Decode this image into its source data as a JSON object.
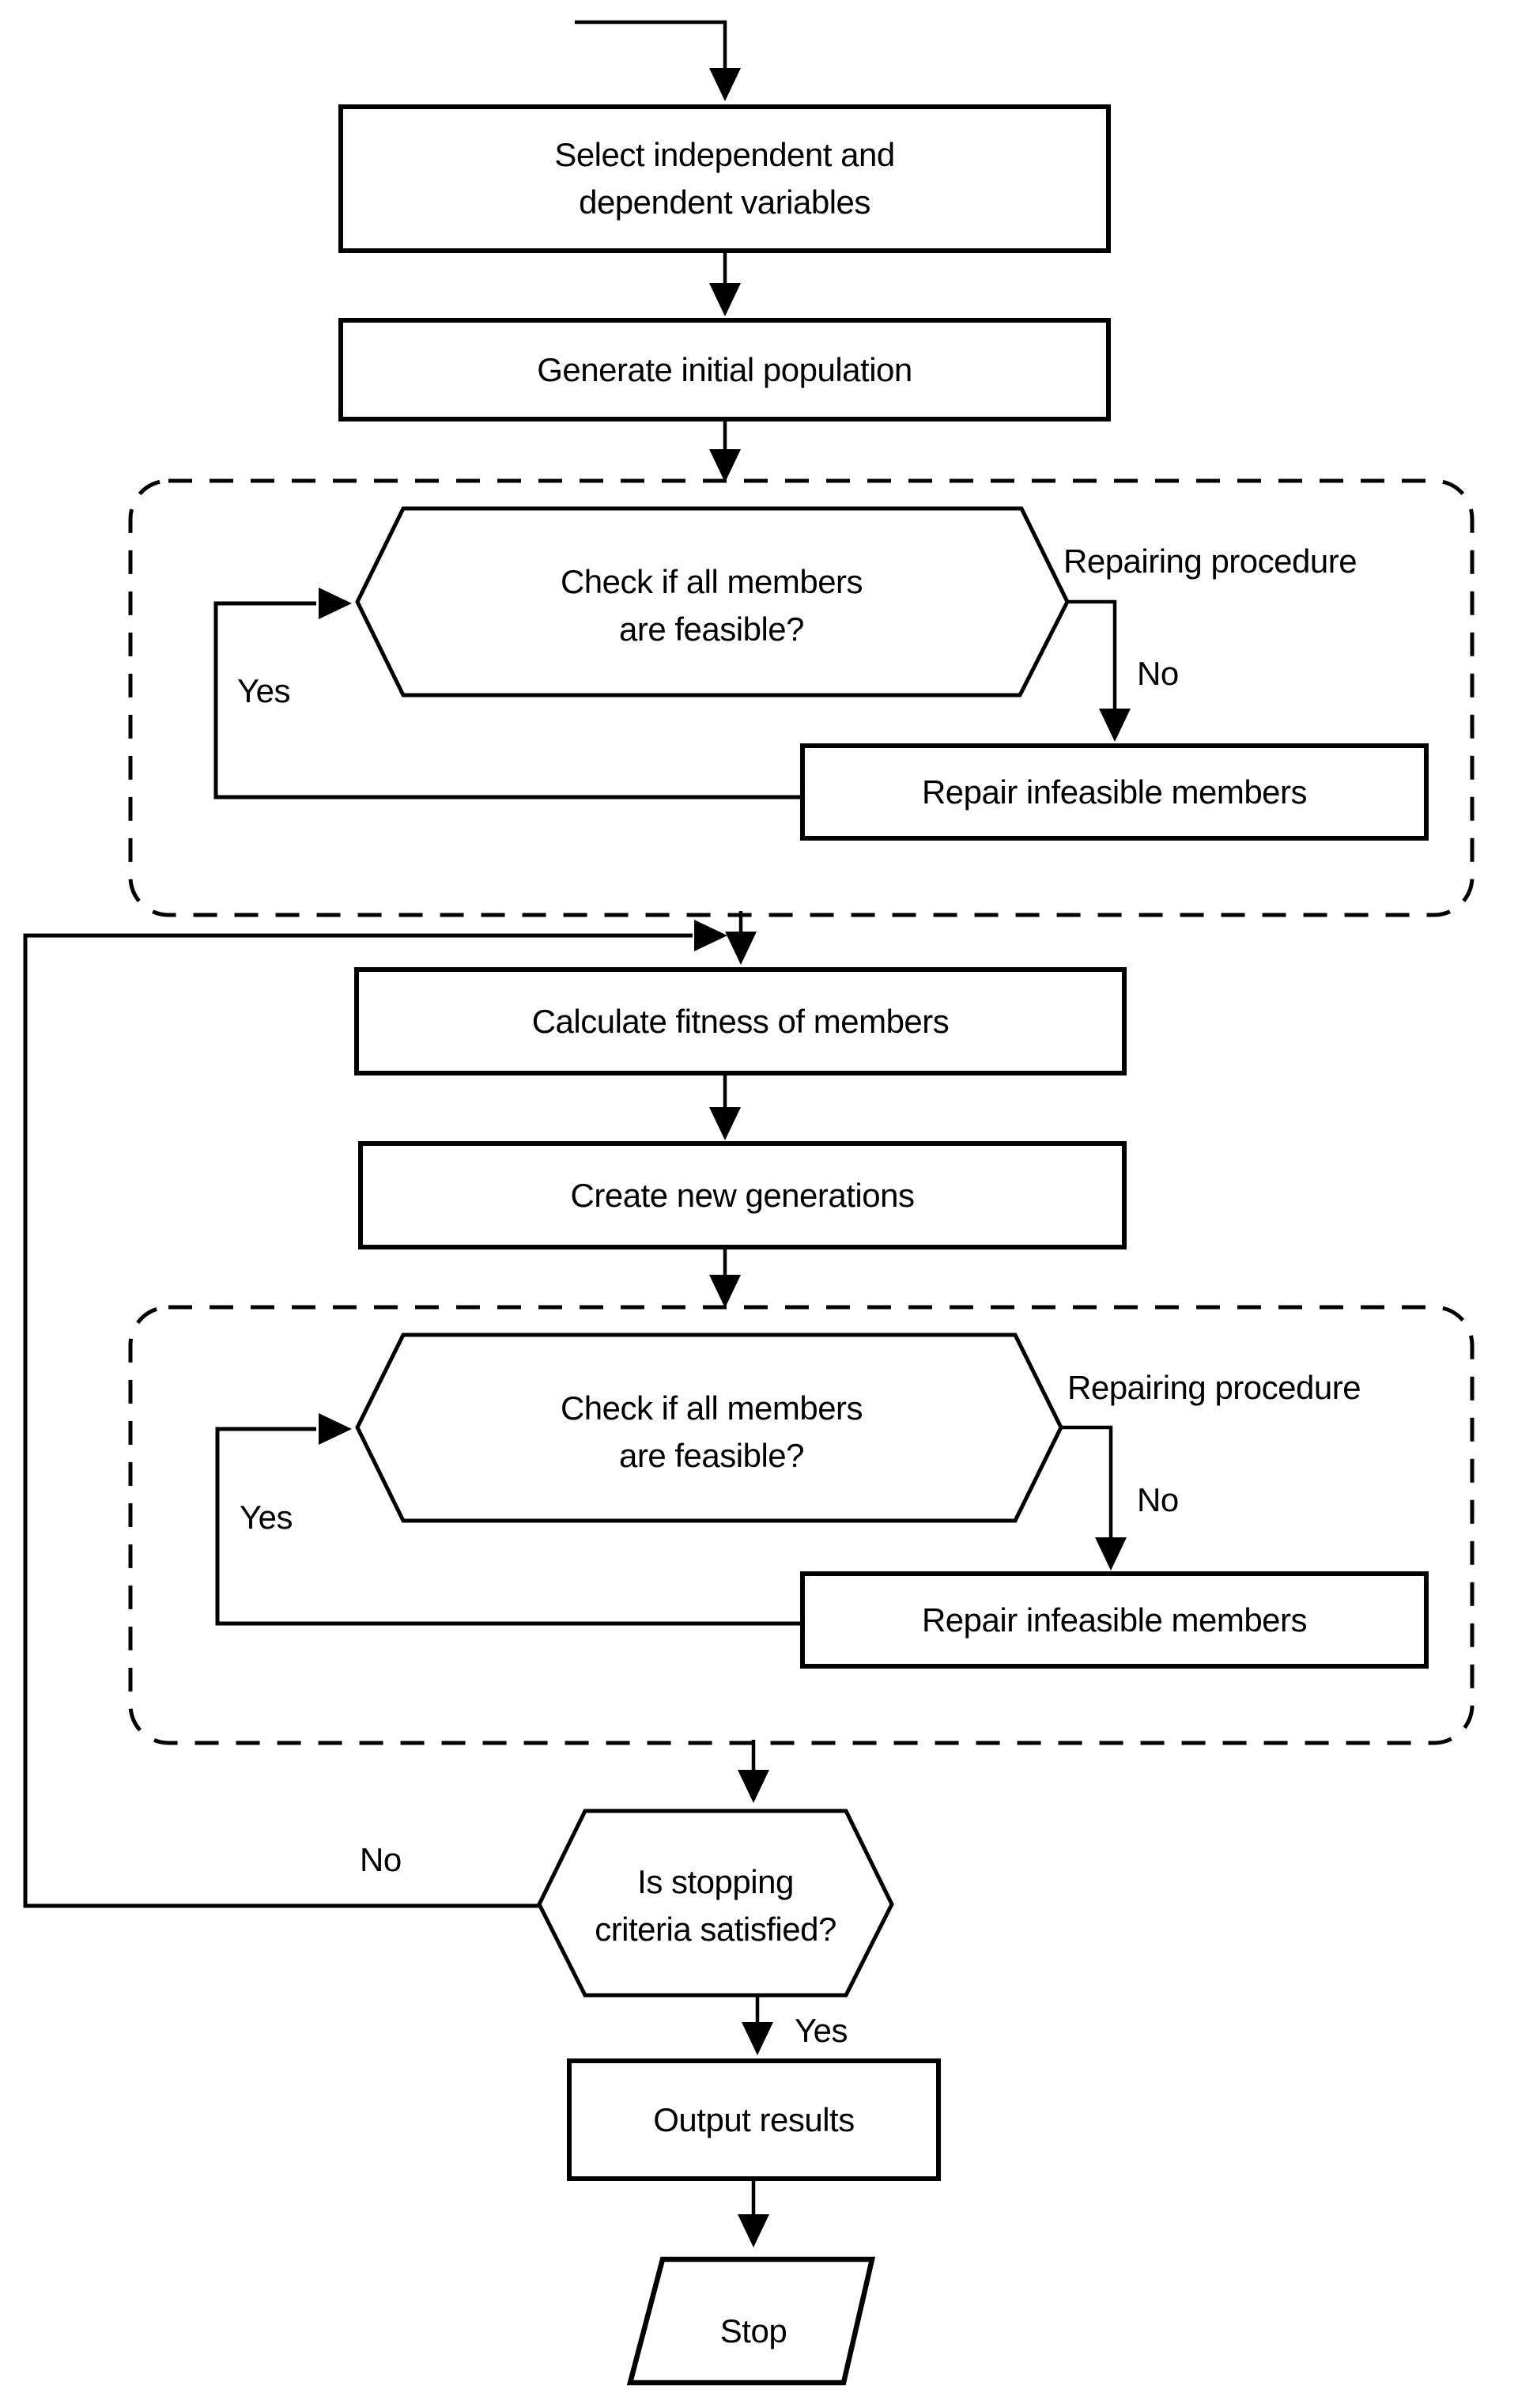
{
  "diagram": {
    "type": "flowchart",
    "colors": {
      "line": "#000000",
      "background": "#ffffff"
    },
    "nodes": {
      "select_variables": {
        "line1": "Select independent and",
        "line2": "dependent variables"
      },
      "generate_population": {
        "label": "Generate initial population"
      },
      "check_feasible_1": {
        "line1": "Check if all members",
        "line2": "are feasible?"
      },
      "repair_members_1": {
        "label": "Repair infeasible members"
      },
      "calculate_fitness": {
        "label": "Calculate fitness of members"
      },
      "create_generations": {
        "label": "Create new generations"
      },
      "check_feasible_2": {
        "line1": "Check if all members",
        "line2": "are feasible?"
      },
      "repair_members_2": {
        "label": "Repair infeasible members"
      },
      "stopping_criteria": {
        "line1": "Is stopping",
        "line2": "criteria satisfied?"
      },
      "output_results": {
        "label": "Output results"
      },
      "stop": {
        "label": "Stop"
      }
    },
    "containers": {
      "repairing_procedure_1": {
        "label": "Repairing procedure"
      },
      "repairing_procedure_2": {
        "label": "Repairing procedure"
      }
    },
    "edge_labels": {
      "yes_1": "Yes",
      "no_1": "No",
      "yes_2": "Yes",
      "no_2": "No",
      "no_stopping": "No",
      "yes_stopping": "Yes"
    }
  }
}
